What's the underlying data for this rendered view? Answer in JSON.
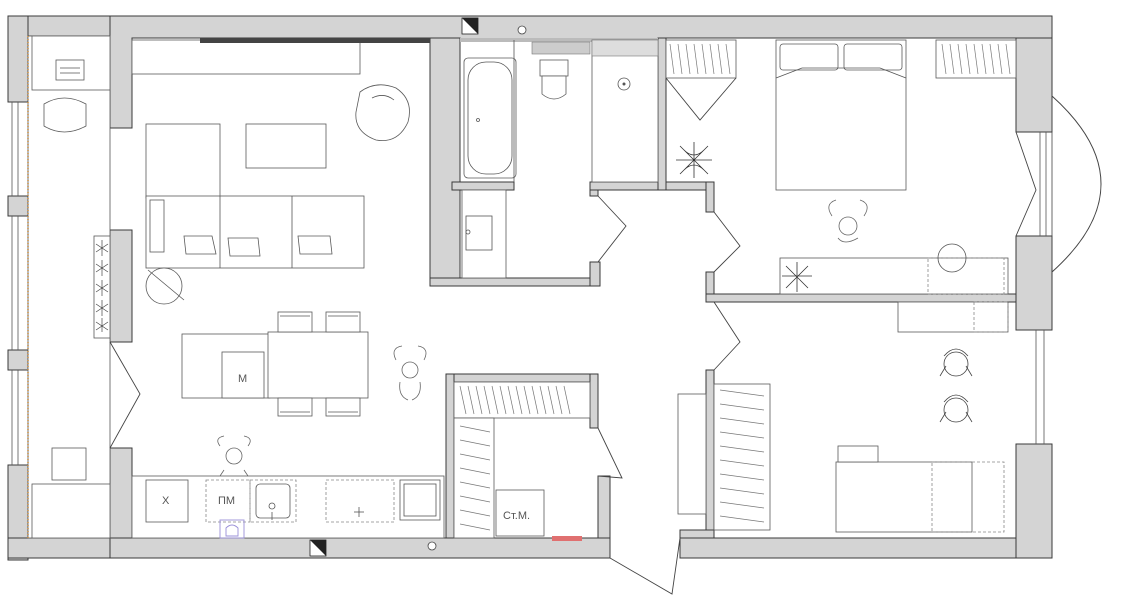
{
  "plan": {
    "labels": {
      "microwave": "М",
      "fridge": "Х",
      "dishwasher": "ПМ",
      "washing_machine": "Ст.М."
    },
    "colors": {
      "wall": "#d4d4d4",
      "line": "#3a3a3a",
      "accent": "#e07070",
      "sink_accent": "#9a8fd8"
    }
  }
}
